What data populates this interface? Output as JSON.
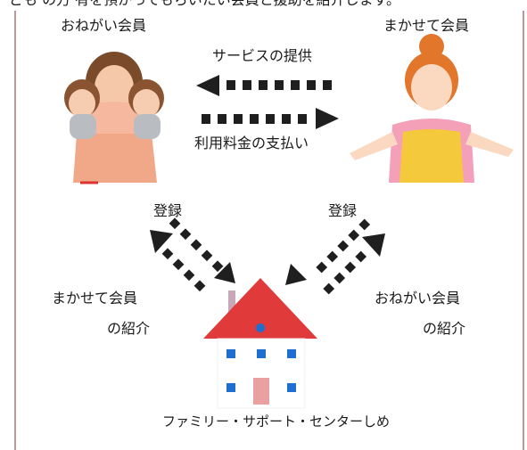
{
  "header": {
    "cut_text": "ども の方 有を預かってもらいたい会員と援助を紹介します。"
  },
  "diagram": {
    "onegai_label": "おねがい会員",
    "makasete_label": "まかせて会員",
    "service_provision": "サービスの提供",
    "fee_payment": "利用料金の支払い",
    "register_left": "登録",
    "register_right": "登録",
    "intro_makasete_l1": "まかせて会員",
    "intro_makasete_l2": "の紹介",
    "intro_onegai_l1": "おねがい会員",
    "intro_onegai_l2": "の紹介",
    "center_name": "ファミリー・サポート・センターしめ"
  },
  "colors": {
    "arrow": "#1f1f1f",
    "roof": "#e03a3a",
    "window": "#1f6fd0",
    "door": "#e8a0a0",
    "apron": "#f5c93c",
    "shirt_pink": "#f3a0b8",
    "hair": "#e2762a",
    "mother_dress": "#f0a888",
    "baby_shirt": "#b9bcc0"
  }
}
